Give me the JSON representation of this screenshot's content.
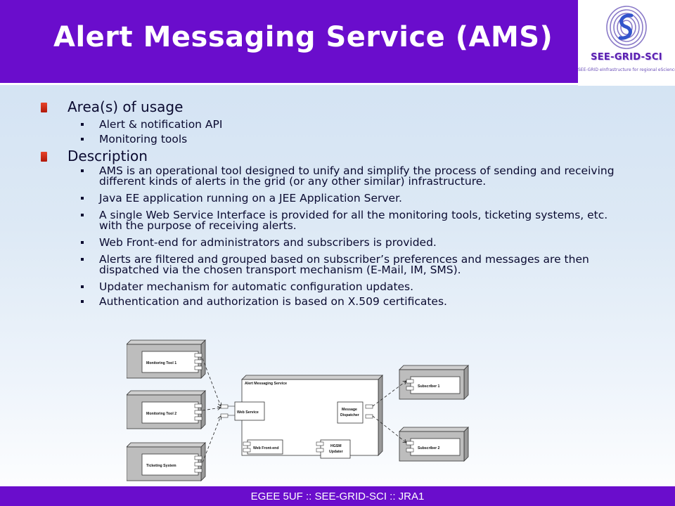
{
  "title": "Alert Messaging Service (AMS)",
  "logo": {
    "name": "SEE-GRID-SCI",
    "tagline": "SEE-GRID eInfrastructure for regional eScience"
  },
  "sections": [
    {
      "heading": "Area(s) of usage",
      "items": [
        "Alert & notification API",
        "Monitoring tools"
      ]
    },
    {
      "heading": "Description",
      "items": [
        "AMS is an operational tool designed to unify and simplify the process of sending and receiving different kinds of alerts in the grid (or any other similar) infrastructure.",
        "Java EE application running on a JEE Application Server.",
        "A single Web Service Interface is provided for all the monitoring tools, ticketing systems, etc. with the purpose of receiving alerts.",
        "Web Front-end for administrators and subscribers is provided.",
        "Alerts are filtered and grouped based on subscriber’s preferences and messages are then dispatched via the chosen transport mechanism (E-Mail, IM, SMS).",
        "Updater mechanism for automatic configuration updates.",
        "Authentication and authorization is based on X.509 certificates."
      ]
    }
  ],
  "diagram": {
    "monitoring_tool_1": "Monitoring Tool 1",
    "monitoring_tool_2": "Monitoring Tool 2",
    "ticketing_system": "Ticketing System",
    "ams_container": "Alert Messaging Service",
    "web_service": "Web Service",
    "web_frontend": "Web Front-end",
    "hgsm_updater_1": "HGSM",
    "hgsm_updater_2": "Updater",
    "message_dispatcher_1": "Message",
    "message_dispatcher_2": "Dispatcher",
    "subscriber_1": "Subscriber 1",
    "subscriber_2": "Subscriber 2"
  },
  "footer": "EGEE 5UF :: SEE-GRID-SCI :: JRA1",
  "colors": {
    "header_bg": "#6a0dcc",
    "bullet": "#d42c14",
    "text": "#0a0a30"
  }
}
